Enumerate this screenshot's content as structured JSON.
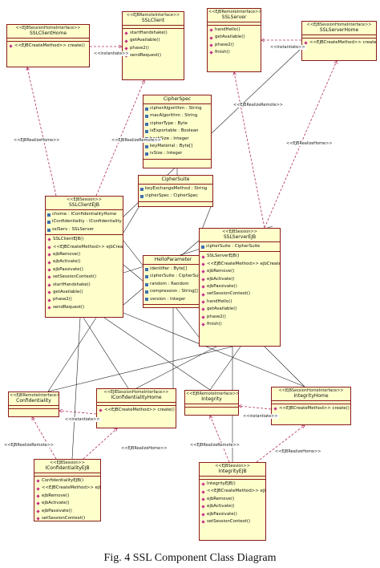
{
  "figure": {
    "caption": "Fig. 4 SSL Component Class Diagram",
    "colors": {
      "box_fill": "#ffffcc",
      "box_border": "#8b1a1a",
      "dependency_line": "#b03060",
      "association_line": "#222222"
    }
  },
  "classes": {
    "sslclienthome": {
      "stereotype": "<<EJBSessionHomeInterface>>",
      "name": "SSLClientHome",
      "attributes": [],
      "operations": [
        "<<EJBCreateMethod>> create()"
      ]
    },
    "sslclient": {
      "stereotype": "<<EJBRemoteInterface>>",
      "name": "SSLClient",
      "attributes": [],
      "operations": [
        "startHandshake()",
        "getAvailable()",
        "phase2()",
        "sendRequest()"
      ]
    },
    "sslserver": {
      "stereotype": "<<EJBRemoteInterface>>",
      "name": "SSLServer",
      "attributes": [],
      "operations": [
        "handHello()",
        "getAvailable()",
        "phase2()",
        "finish()"
      ]
    },
    "sslserverhome": {
      "stereotype": "<<EJBSessionHomeInterface>>",
      "name": "SSLServerHome",
      "attributes": [],
      "operations": [
        "<<EJBCreateMethod>> create()"
      ]
    },
    "cipherspec": {
      "stereotype": "",
      "name": "CipherSpec",
      "attributes": [
        "cipherAlgorithm : String",
        "macAlgorithm : String",
        "cipherType : Byte",
        "isExportable : Boolean",
        "hashSize : Integer",
        "keyMaterial : Byte[]",
        "ivSize : Integer"
      ],
      "operations": []
    },
    "ciphersuite": {
      "stereotype": "",
      "name": "CipherSuite",
      "attributes": [
        "keyExchangeMethod : String",
        "cipherSpec : CipherSpec"
      ],
      "operations": []
    },
    "sslclientejb": {
      "stereotype": "<<EJBSession>>",
      "name": "SSLClientEJB",
      "attributes": [
        "chome : IConfidentialityHome",
        "iConfidentiality : IConfidentiality",
        "sslServ : SSLServer"
      ],
      "operations": [
        "SSLClientEJB()",
        "<<EJBCreateMethod>> ejbCreate()",
        "ejbRemove()",
        "ejbActivate()",
        "ejbPassivate()",
        "setSessionContext()",
        "startHandshake()",
        "getAvailable()",
        "phase2()",
        "sendRequest()"
      ]
    },
    "helloparameter": {
      "stereotype": "",
      "name": "HelloParameter",
      "attributes": [
        "identifier : Byte[]",
        "cipherSuite : CipherSuite",
        "random : Random",
        "compression : String[]",
        "version : Integer"
      ],
      "operations": []
    },
    "sslserverejb": {
      "stereotype": "<<EJBSession>>",
      "name": "SSLServerEJB",
      "attributes": [
        "cipherSuite : CipherSuite"
      ],
      "operations": [
        "SSLServerEJB()",
        "<<EJBCreateMethod>> ejbCreate()",
        "ejbRemove()",
        "ejbActivate()",
        "ejbPassivate()",
        "setSessionContext()",
        "handHello()",
        "getAvailable()",
        "phase2()",
        "finish()"
      ]
    },
    "confidentiality": {
      "stereotype": "<<EJBRemoteInterface>>",
      "name": "Confidentiality",
      "attributes": [],
      "operations": []
    },
    "iconfidentialityhome": {
      "stereotype": "<<EJBSessionHomeInterface>>",
      "name": "IConfidentialityHome",
      "attributes": [],
      "operations": [
        "<<EJBCreateMethod>> create()"
      ]
    },
    "integrity": {
      "stereotype": "<<EJBRemoteInterface>>",
      "name": "Integrity",
      "attributes": [],
      "operations": []
    },
    "integrityhome": {
      "stereotype": "<<EJBSessionHomeInterface>>",
      "name": "IntegrityHome",
      "attributes": [],
      "operations": [
        "<<EJBCreateMethod>> create()"
      ]
    },
    "iconfidentialityejb": {
      "stereotype": "<<EJBSession>>",
      "name": "IConfidentialityEJB",
      "attributes": [],
      "operations": [
        "ConfidentialityEJB()",
        "<<EJBCreateMethod>> ejbCreate()",
        "ejbRemove()",
        "ejbActivate()",
        "ejbPassivate()",
        "setSessionContext()"
      ]
    },
    "integrityejb": {
      "stereotype": "<<EJBSession>>",
      "name": "IntegrityEJB",
      "attributes": [],
      "operations": [
        "IntegrityEJB()",
        "<<EJBCreateMethod>> ejbCreate()",
        "ejbRemove()",
        "ejbActivate()",
        "ejbPassivate()",
        "setSessionContext()"
      ]
    }
  },
  "relations": [
    {
      "id": "r1",
      "label": "<<instantiate>>",
      "from": "sslclienthome",
      "to": "sslclient"
    },
    {
      "id": "r2",
      "label": "<<instantiate>>",
      "from": "sslserverhome",
      "to": "sslserver"
    },
    {
      "id": "r3",
      "label": "<<EJBRealizeHome>>",
      "from": "sslclientejb",
      "to": "sslclienthome"
    },
    {
      "id": "r4",
      "label": "<<EJBRealizeRemote>>",
      "from": "sslclientejb",
      "to": "sslclient"
    },
    {
      "id": "r5",
      "label": "<<EJBRealizeRemote>>",
      "from": "sslserverejb",
      "to": "sslserver"
    },
    {
      "id": "r6",
      "label": "<<EJBRealizeHome>>",
      "from": "sslserverejb",
      "to": "sslserverhome"
    },
    {
      "id": "r7",
      "label": "<<instantiate>>",
      "from": "iconfidentialityhome",
      "to": "confidentiality"
    },
    {
      "id": "r8",
      "label": "<<instantiate>>",
      "from": "integrityhome",
      "to": "integrity"
    },
    {
      "id": "r9",
      "label": "<<EJBRealizeRemote>>",
      "from": "iconfidentialityejb",
      "to": "confidentiality"
    },
    {
      "id": "r10",
      "label": "<<EJBRealizeHome>>",
      "from": "iconfidentialityejb",
      "to": "iconfidentialityhome"
    },
    {
      "id": "r11",
      "label": "<<EJBRealizeRemote>>",
      "from": "integrityejb",
      "to": "integrity"
    },
    {
      "id": "r12",
      "label": "<<EJBRealizeHome>>",
      "from": "integrityejb",
      "to": "integrityhome"
    }
  ]
}
